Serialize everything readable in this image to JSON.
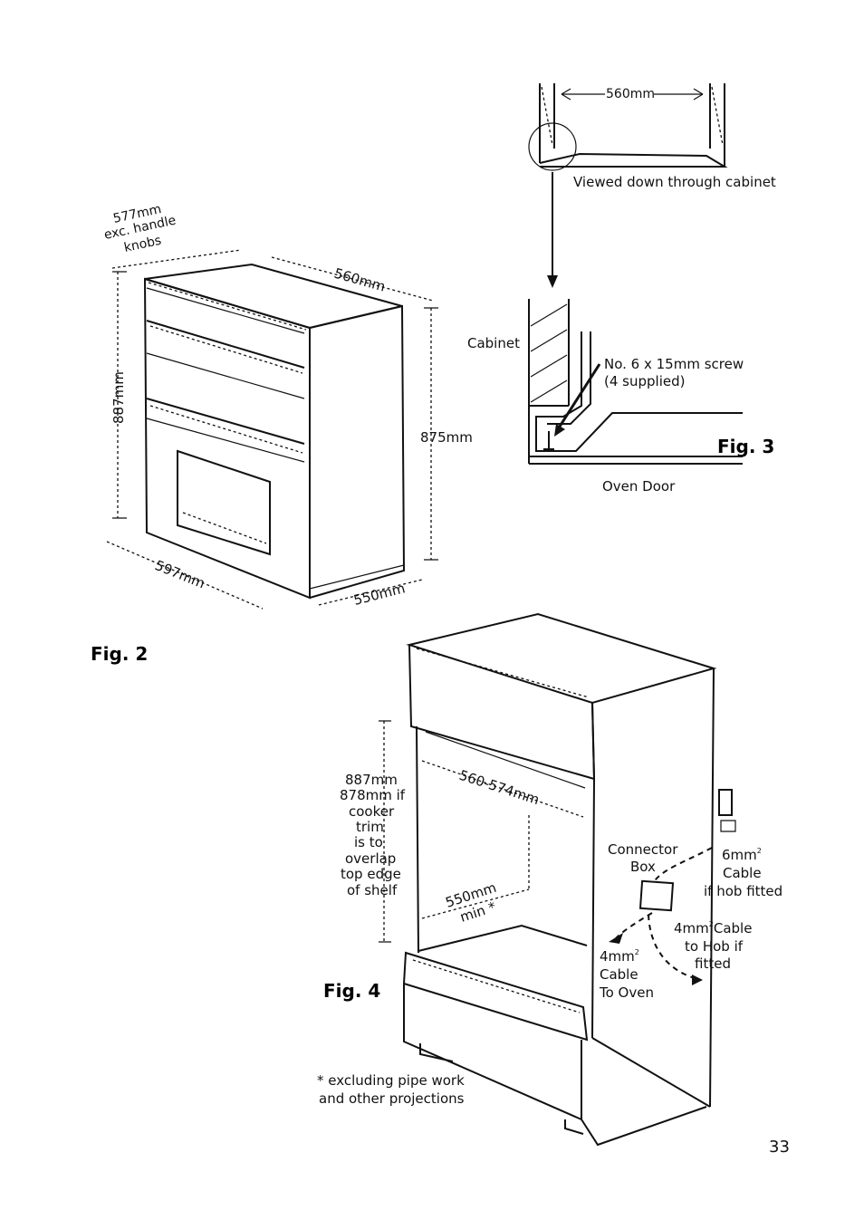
{
  "page_number": "33",
  "fig2": {
    "title": "Fig. 2",
    "depth_label_1": "577mm",
    "depth_label_2": "exc. handle",
    "depth_label_3": "knobs",
    "width_top": "560mm",
    "height_outer": "887mm",
    "height_inner": "875mm",
    "width_front": "597mm",
    "depth_base": "550mm"
  },
  "fig3": {
    "title": "Fig. 3",
    "width": "560mm",
    "caption_top": "Viewed down through cabinet",
    "cabinet": "Cabinet",
    "screw_line1": "No. 6 x 15mm screw",
    "screw_line2": "(4 supplied)",
    "oven_door": "Oven Door"
  },
  "fig4": {
    "title": "Fig. 4",
    "height_note": [
      "887mm",
      "878mm if",
      "cooker",
      "trim",
      "is to",
      "overlap",
      "top edge",
      "of shelf"
    ],
    "width": "560-574mm",
    "depth_1": "550mm",
    "depth_2": "min *",
    "connector_1": "Connector",
    "connector_2": "Box",
    "cable6_1": "6mm",
    "cable6_sup": "2",
    "cable6_2": "Cable",
    "cable6_3": "if hob fitted",
    "cable4hob_1": "4mm",
    "cable4hob_sup": "2",
    "cable4hob_1b": "Cable",
    "cable4hob_2": "to Hob if",
    "cable4hob_3": "fitted",
    "cable4oven_1": "4mm",
    "cable4oven_sup": "2",
    "cable4oven_2": "Cable",
    "cable4oven_3": "To Oven",
    "footnote_1": "* excluding pipe work",
    "footnote_2": "and other projections"
  }
}
